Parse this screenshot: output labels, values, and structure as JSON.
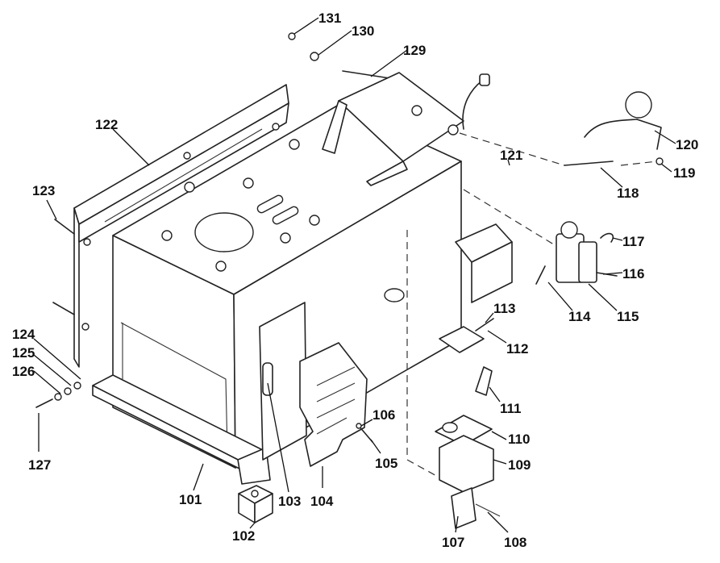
{
  "diagram": {
    "type": "exploded-parts-view",
    "callouts": [
      {
        "id": "c101",
        "label": "101"
      },
      {
        "id": "c102",
        "label": "102"
      },
      {
        "id": "c103",
        "label": "103"
      },
      {
        "id": "c104",
        "label": "104"
      },
      {
        "id": "c105",
        "label": "105"
      },
      {
        "id": "c106",
        "label": "106"
      },
      {
        "id": "c107",
        "label": "107"
      },
      {
        "id": "c108",
        "label": "108"
      },
      {
        "id": "c109",
        "label": "109"
      },
      {
        "id": "c110",
        "label": "110"
      },
      {
        "id": "c111",
        "label": "111"
      },
      {
        "id": "c112",
        "label": "112"
      },
      {
        "id": "c113",
        "label": "113"
      },
      {
        "id": "c114",
        "label": "114"
      },
      {
        "id": "c115",
        "label": "115"
      },
      {
        "id": "c116",
        "label": "116"
      },
      {
        "id": "c117",
        "label": "117"
      },
      {
        "id": "c118",
        "label": "118"
      },
      {
        "id": "c119",
        "label": "119"
      },
      {
        "id": "c120",
        "label": "120"
      },
      {
        "id": "c121",
        "label": "121"
      },
      {
        "id": "c122",
        "label": "122"
      },
      {
        "id": "c123",
        "label": "123"
      },
      {
        "id": "c124",
        "label": "124"
      },
      {
        "id": "c125",
        "label": "125"
      },
      {
        "id": "c126",
        "label": "126"
      },
      {
        "id": "c127",
        "label": "127"
      },
      {
        "id": "c129",
        "label": "129"
      },
      {
        "id": "c130",
        "label": "130"
      },
      {
        "id": "c131",
        "label": "131"
      }
    ]
  }
}
